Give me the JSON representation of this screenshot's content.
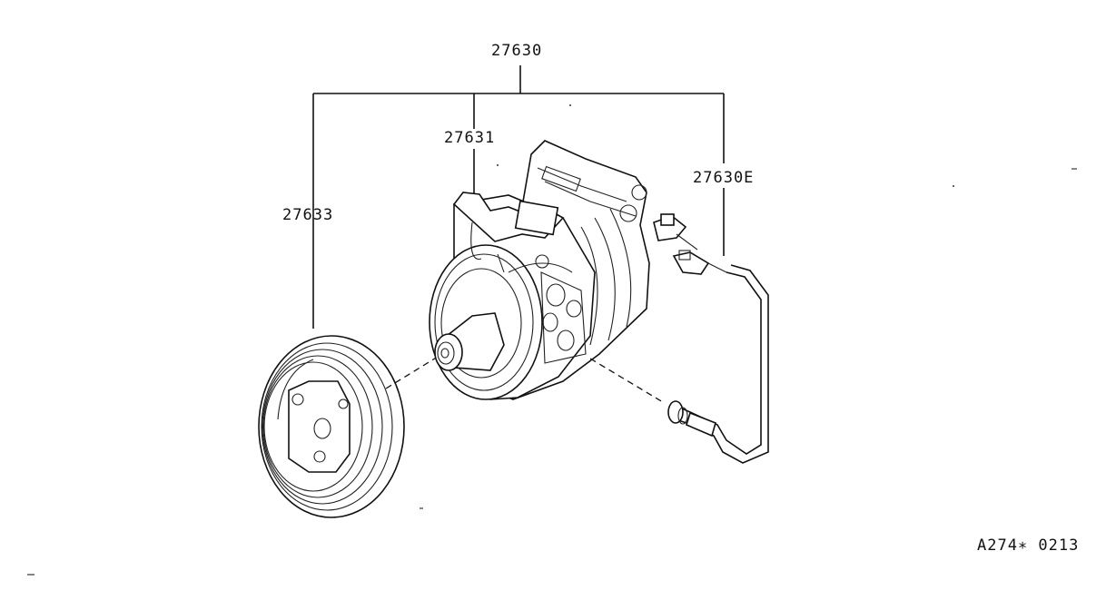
{
  "callouts": {
    "assembly": "27630",
    "compressor": "27631",
    "pulley": "27633",
    "harness": "27630E"
  },
  "figure_code": "A274∗ 0213",
  "parts": [
    "pulley",
    "compressor",
    "pipe-with-sensor",
    "connector"
  ]
}
